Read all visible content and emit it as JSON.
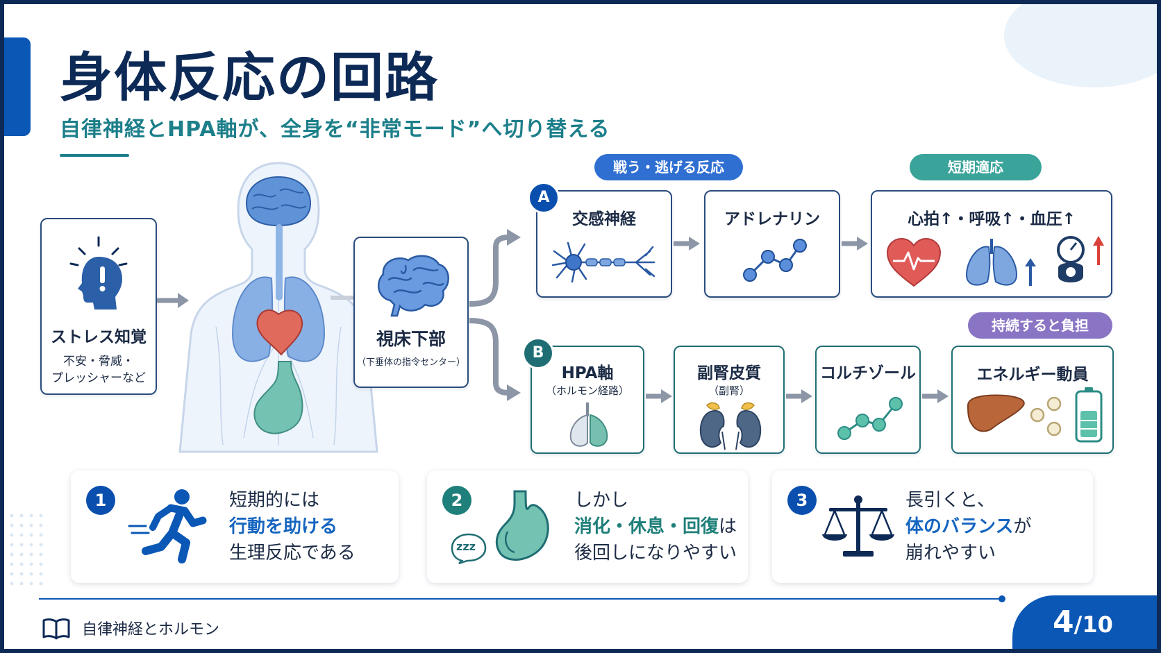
{
  "header": {
    "title": "身体反応の回路",
    "subtitle": "自律神経とHPA軸が、全身を“非常モード”へ切り替える"
  },
  "stress": {
    "title": "ストレス知覚",
    "desc_line1": "不安・脅威・",
    "desc_line2": "プレッシャーなど"
  },
  "hypothalamus": {
    "title": "視床下部",
    "subtitle": "（下垂体の指令センター）"
  },
  "path_a": {
    "badge": "A",
    "tag": "戦う・逃げる反応",
    "result_tag": "短期適応",
    "nodes": [
      {
        "title": "交感神経"
      },
      {
        "title": "アドレナリン"
      },
      {
        "title": "心拍↑・呼吸↑・血圧↑"
      }
    ]
  },
  "path_b": {
    "badge": "B",
    "result_tag": "持続すると負担",
    "nodes": [
      {
        "title": "HPA軸",
        "subtitle": "（ホルモン経路）"
      },
      {
        "title": "副腎皮質",
        "subtitle": "（副腎）"
      },
      {
        "title": "コルチゾール"
      },
      {
        "title": "エネルギー動員"
      }
    ]
  },
  "cards": [
    {
      "num": "1",
      "line1": "短期的には",
      "line2": "行動を助ける",
      "line3": "生理反応である"
    },
    {
      "num": "2",
      "line1": "しかし",
      "line2a": "消化・休息・回復",
      "line2b": "は",
      "line3": "後回しになりやすい",
      "zzz": "zzz"
    },
    {
      "num": "3",
      "line1": "長引くと、",
      "line2a": "体のバランス",
      "line2b": "が",
      "line3": "崩れやすい"
    }
  ],
  "footer": {
    "label": "自律神経とホルモン",
    "page_current": "4",
    "page_total": "/10"
  },
  "colors": {
    "navy": "#0d2a57",
    "blue": "#0b57b5",
    "teal": "#1f7f7a",
    "purple": "#8a74c4",
    "pill_blue": "#2f6fd1",
    "pill_teal": "#3aa39a"
  }
}
